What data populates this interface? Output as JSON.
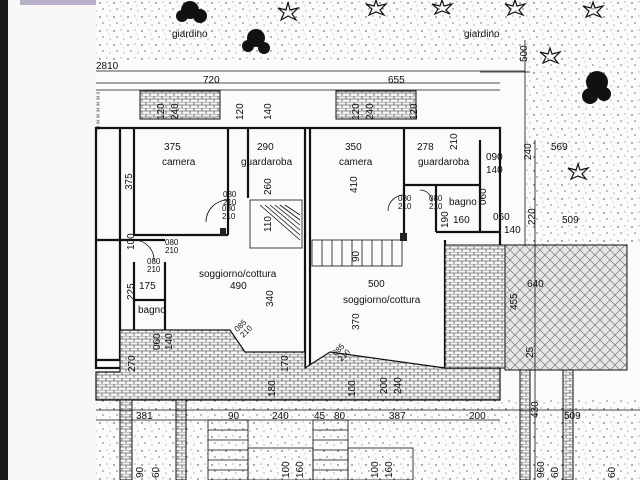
{
  "labels": {
    "giardino": "giardino",
    "camera": "camera",
    "guardaroba": "guardaroba",
    "soggiorno_cottura": "soggiorno/cottura",
    "bagno": "bagno"
  },
  "dimensions": {
    "d2810": "2810",
    "d720": "720",
    "d655": "655",
    "d500_top": "500",
    "d120a": "120",
    "d240a": "240",
    "d120b": "120",
    "d140a": "140",
    "d120c": "120",
    "d240b": "240",
    "d120d": "120",
    "d375_w": "375",
    "d290": "290",
    "d350": "350",
    "d278": "278",
    "d210a": "210",
    "d090": "090",
    "d140b": "140",
    "d240c": "240",
    "d569": "569",
    "d375_h": "375",
    "d260": "260",
    "d410": "410",
    "d509a": "509",
    "d080_210_a": "080\n210",
    "d080_210_b": "080\n210",
    "d080_210_c": "080\n210",
    "d080_210_d": "080\n210",
    "d080_210_e": "080\n210",
    "d080_210_f": "080\n210",
    "d060a": "060",
    "d160": "160",
    "d140c": "140",
    "d060b": "060",
    "d220": "220",
    "d190": "190",
    "d110": "110",
    "d100a": "100",
    "d90": "90",
    "d490": "490",
    "d500": "500",
    "d640": "640",
    "d455": "455",
    "d225": "225",
    "d175": "175",
    "d340": "340",
    "d370": "370",
    "d085_210_a": "085\n210",
    "d085_210_b": "085\n210",
    "d060c": "060",
    "d140d": "140",
    "d270": "270",
    "d180": "180",
    "d170": "170",
    "d100b": "100",
    "d200a": "200",
    "d240d": "240",
    "d25": "25",
    "d381": "381",
    "d90b": "90",
    "d240e": "240",
    "d45": "45",
    "d80": "80",
    "d387": "387",
    "d200b": "200",
    "d430": "430",
    "d509b": "509",
    "d90c": "90",
    "d100c": "100",
    "d160b": "160",
    "d60a": "60",
    "d100d": "100",
    "d160c": "160",
    "d60b": "60",
    "d60c": "60",
    "d960": "960"
  }
}
